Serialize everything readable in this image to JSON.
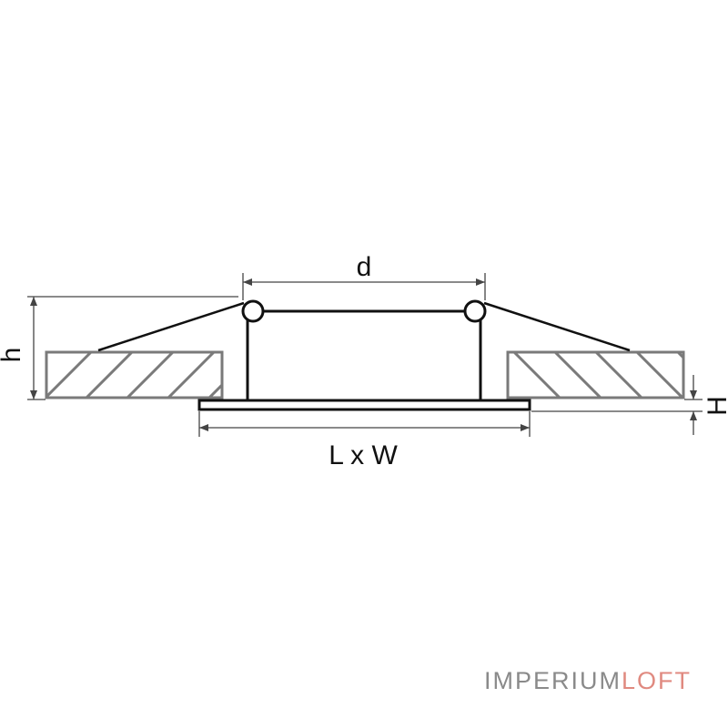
{
  "labels": {
    "d": "d",
    "h": "h",
    "H": "H",
    "lxw": "L x W"
  },
  "brand": {
    "part1": "IMPERIUM",
    "part2": "LOFT"
  },
  "colors": {
    "line": "#111111",
    "dimension": "#444444",
    "ceiling": "#7a7a7a",
    "brand_gray": "#8a8a8a",
    "brand_accent": "#e08a80"
  }
}
